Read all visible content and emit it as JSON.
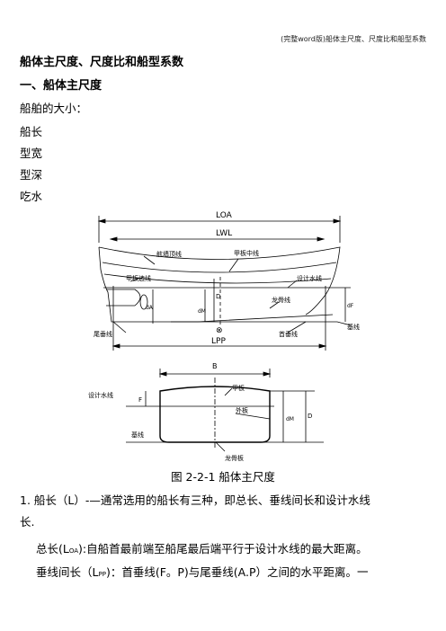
{
  "header": "(完整word版)船体主尺度、尺度比和船型系数",
  "title": "船体主尺度、尺度比和船型系数",
  "section1": "一、船体主尺度",
  "intro": "船舶的大小：",
  "items": [
    "船长",
    "型宽",
    "型深",
    "吃水"
  ],
  "figure_labels": {
    "loa": "LOA",
    "lwl": "LWL",
    "lpp": "LPP",
    "sheer_line": "舷墙顶线",
    "deck_center": "甲板中线",
    "deck_side": "甲板边线",
    "dwl": "设计水线",
    "keel_line": "龙骨线",
    "aft_perp": "尾垂线",
    "fwd_perp": "首垂线",
    "baseline": "基线",
    "d": "D",
    "dm": "dM",
    "da": "dA",
    "df": "dF",
    "midship": "⊗",
    "b": "B",
    "deck": "甲板",
    "shell": "外板",
    "keel_plate": "龙骨板",
    "f": "F"
  },
  "caption": "图 2-2-1    船体主尺度",
  "para1_part1": "1. 船长（L）-—通常选用的船长有三种，即总长、垂线间长和设计水线",
  "para1_part2": "长.",
  "para2_pre": "总长(",
  "para2_sym": "L",
  "para2_sub": "OA",
  "para2_post": "):自船首最前端至船尾最后端平行于设计水线的最大距离。",
  "para3_pre": "垂线间长（",
  "para3_sym": "L",
  "para3_sub": "PP",
  "para3_post": ")：首垂线(F。P)与尾垂线(A.P）之间的水平距离。一"
}
